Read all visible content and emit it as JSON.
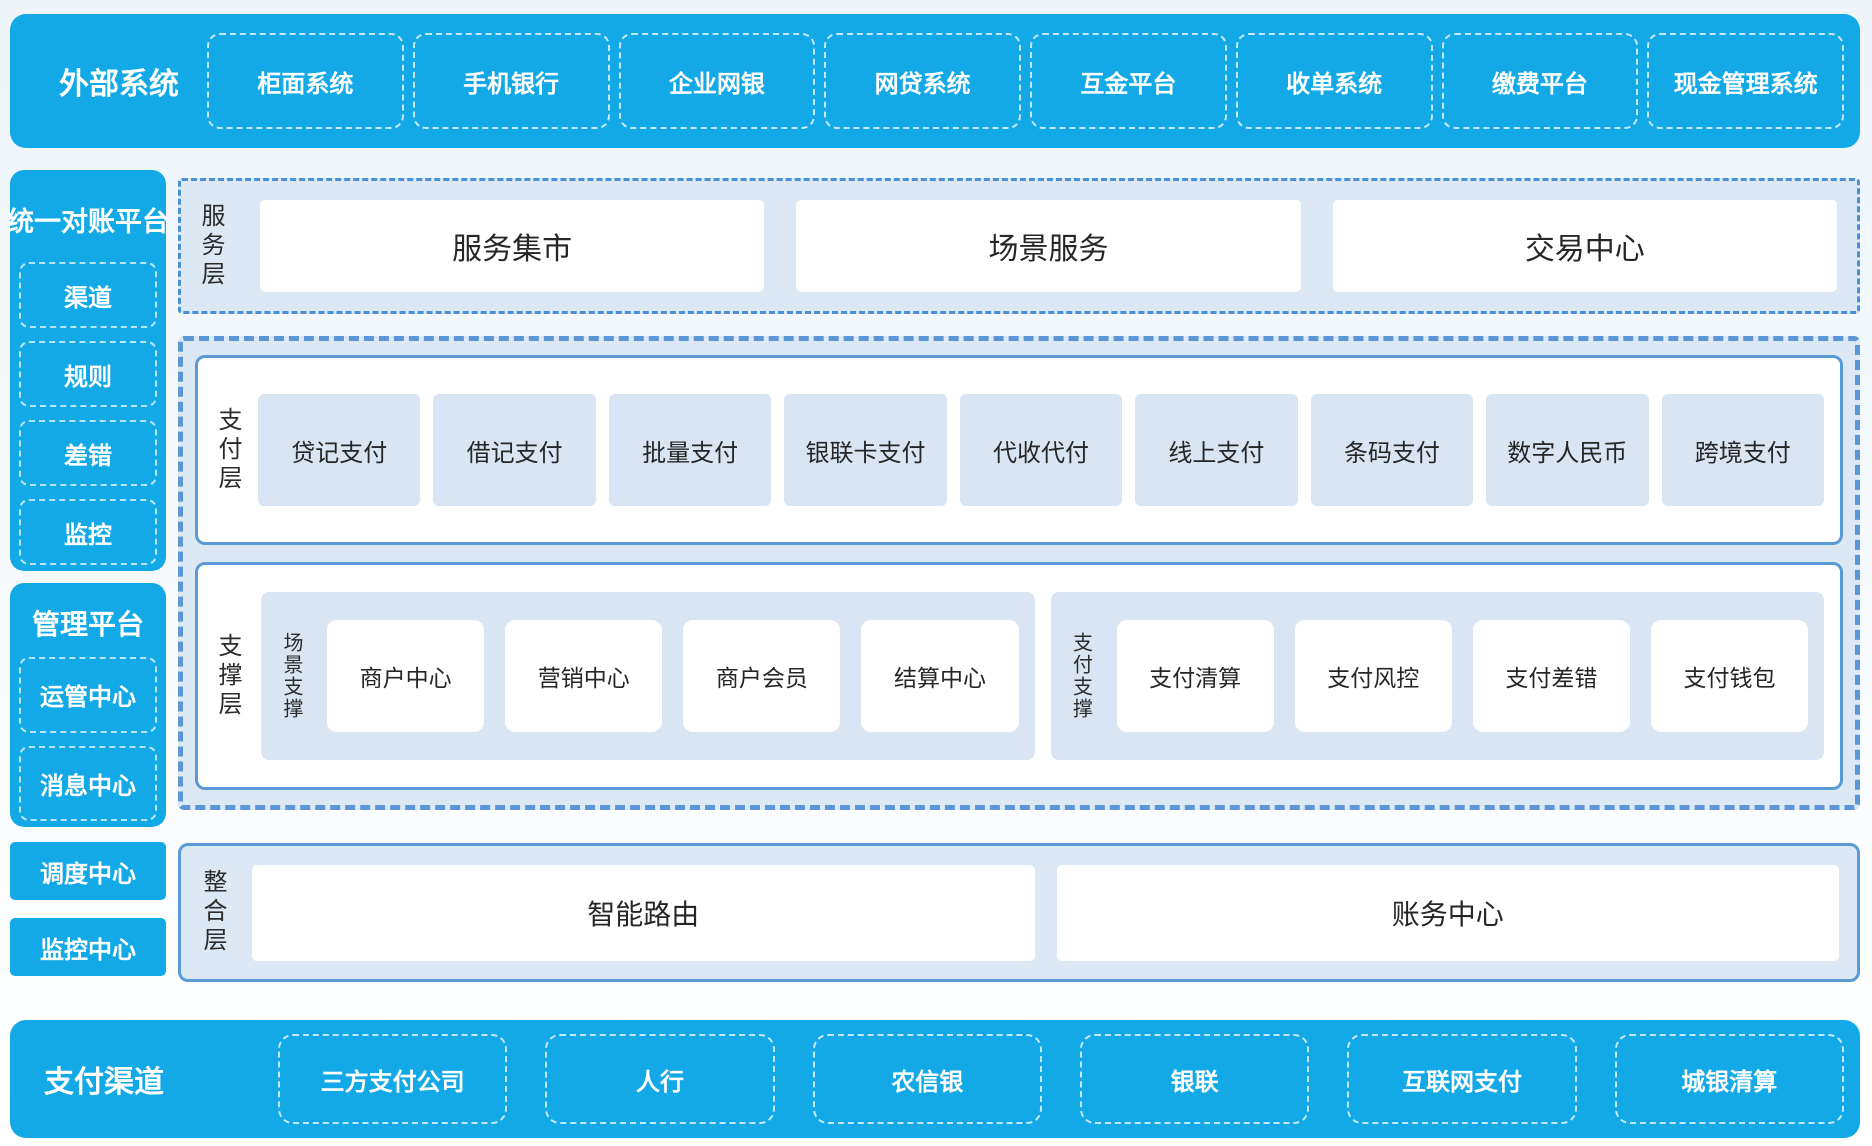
{
  "external_systems": {
    "title": "外部系统",
    "items": [
      "柜面系统",
      "手机银行",
      "企业网银",
      "网贷系统",
      "互金平台",
      "收单系统",
      "缴费平台",
      "现金管理系统"
    ]
  },
  "sidebar": {
    "reconciliation": {
      "title": "统一对账平台",
      "items": [
        "渠道",
        "规则",
        "差错",
        "监控"
      ]
    },
    "management": {
      "title": "管理平台",
      "items": [
        "运管中心",
        "消息中心"
      ]
    },
    "scheduling_center": "调度中心",
    "monitoring_center": "监控中心"
  },
  "service_layer": {
    "label": "服务层",
    "items": [
      "服务集市",
      "场景服务",
      "交易中心"
    ]
  },
  "payment_layer": {
    "label": "支付层",
    "items": [
      "贷记支付",
      "借记支付",
      "批量支付",
      "银联卡支付",
      "代收代付",
      "线上支付",
      "条码支付",
      "数字人民币",
      "跨境支付"
    ]
  },
  "support_layer": {
    "label": "支撑层",
    "groups": [
      {
        "label": "场景支撑",
        "items": [
          "商户中心",
          "营销中心",
          "商户会员",
          "结算中心"
        ]
      },
      {
        "label": "支付支撑",
        "items": [
          "支付清算",
          "支付风控",
          "支付差错",
          "支付钱包"
        ]
      }
    ]
  },
  "integration_layer": {
    "label": "整合层",
    "items": [
      "智能路由",
      "账务中心"
    ]
  },
  "payment_channels": {
    "title": "支付渠道",
    "items": [
      "三方支付公司",
      "人行",
      "农信银",
      "银联",
      "互联网支付",
      "城银清算"
    ]
  },
  "colors": {
    "accent_blue": "#13a9e6",
    "panel_light_blue": "#dde8f5",
    "item_light_blue": "#d9e5f3",
    "solid_border_blue": "#5b9bd5",
    "dash_border_blue": "#4a90d9",
    "text_dark": "#262626",
    "text_white": "#ffffff"
  }
}
